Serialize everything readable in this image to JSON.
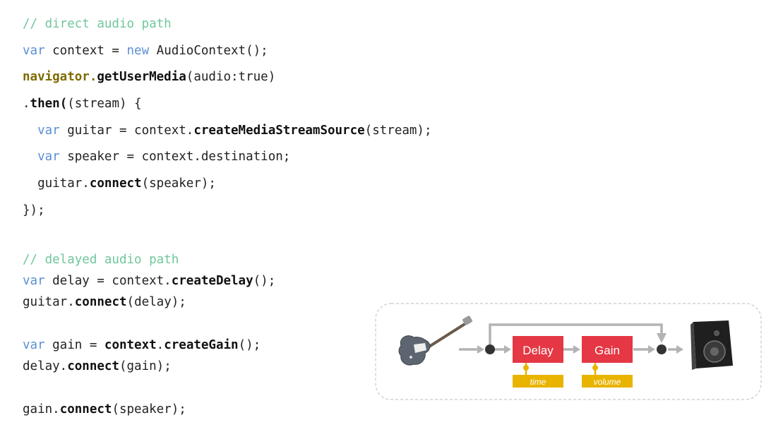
{
  "code": {
    "lines": [
      {
        "tokens": [
          {
            "text": "// direct audio path",
            "kind": "comment"
          }
        ]
      },
      {
        "tokens": [
          {
            "text": "var",
            "kind": "kw"
          },
          {
            "text": " context = ",
            "kind": "plain"
          },
          {
            "text": "new",
            "kind": "kw"
          },
          {
            "text": " AudioContext();",
            "kind": "plain"
          }
        ]
      },
      {
        "tokens": [
          {
            "text": "navigator.",
            "kind": "nav"
          },
          {
            "text": "getUserMedia",
            "kind": "bold"
          },
          {
            "text": "(audio:true)",
            "kind": "plain"
          }
        ]
      },
      {
        "tokens": [
          {
            "text": ".",
            "kind": "plain"
          },
          {
            "text": "then(",
            "kind": "bold"
          },
          {
            "text": "(stream) {",
            "kind": "plain"
          }
        ]
      },
      {
        "tokens": [
          {
            "text": "  ",
            "kind": "plain"
          },
          {
            "text": "var",
            "kind": "kw"
          },
          {
            "text": " guitar = context.",
            "kind": "plain"
          },
          {
            "text": "createMediaStreamSource",
            "kind": "bold"
          },
          {
            "text": "(stream);",
            "kind": "plain"
          }
        ]
      },
      {
        "tokens": [
          {
            "text": "  ",
            "kind": "plain"
          },
          {
            "text": "var",
            "kind": "kw"
          },
          {
            "text": " speaker = context.destination;",
            "kind": "plain"
          }
        ]
      },
      {
        "tokens": [
          {
            "text": "  guitar.",
            "kind": "plain"
          },
          {
            "text": "connect",
            "kind": "bold"
          },
          {
            "text": "(speaker);",
            "kind": "plain"
          }
        ]
      },
      {
        "tokens": [
          {
            "text": "});",
            "kind": "plain"
          }
        ]
      },
      {
        "tokens": [
          {
            "text": "// delayed audio path",
            "kind": "comment"
          }
        ]
      },
      {
        "tokens": [
          {
            "text": "var",
            "kind": "kw"
          },
          {
            "text": " delay = context.",
            "kind": "plain"
          },
          {
            "text": "createDelay",
            "kind": "bold"
          },
          {
            "text": "();",
            "kind": "plain"
          }
        ]
      },
      {
        "tokens": [
          {
            "text": "guitar.",
            "kind": "plain"
          },
          {
            "text": "connect",
            "kind": "bold"
          },
          {
            "text": "(delay);",
            "kind": "plain"
          }
        ]
      },
      {
        "tokens": [
          {
            "text": "var",
            "kind": "kw"
          },
          {
            "text": " gain = ",
            "kind": "plain"
          },
          {
            "text": "context",
            "kind": "bold"
          },
          {
            "text": ".",
            "kind": "plain"
          },
          {
            "text": "createGain",
            "kind": "bold"
          },
          {
            "text": "();",
            "kind": "plain"
          }
        ]
      },
      {
        "tokens": [
          {
            "text": "delay.",
            "kind": "plain"
          },
          {
            "text": "connect",
            "kind": "bold"
          },
          {
            "text": "(gain);",
            "kind": "plain"
          }
        ]
      },
      {
        "tokens": [
          {
            "text": "gain.",
            "kind": "plain"
          },
          {
            "text": "connect",
            "kind": "bold"
          },
          {
            "text": "(speaker);",
            "kind": "plain"
          }
        ]
      }
    ]
  },
  "diagram": {
    "nodes": {
      "delay": "Delay",
      "gain": "Gain"
    },
    "params": {
      "time": "time",
      "volume": "volume"
    },
    "source_icon": "electric-guitar-icon",
    "destination_icon": "speaker-icon",
    "colors": {
      "node": "#e53744",
      "param": "#e8b400",
      "arrow": "#b3b3b3",
      "junction": "#333333"
    }
  }
}
